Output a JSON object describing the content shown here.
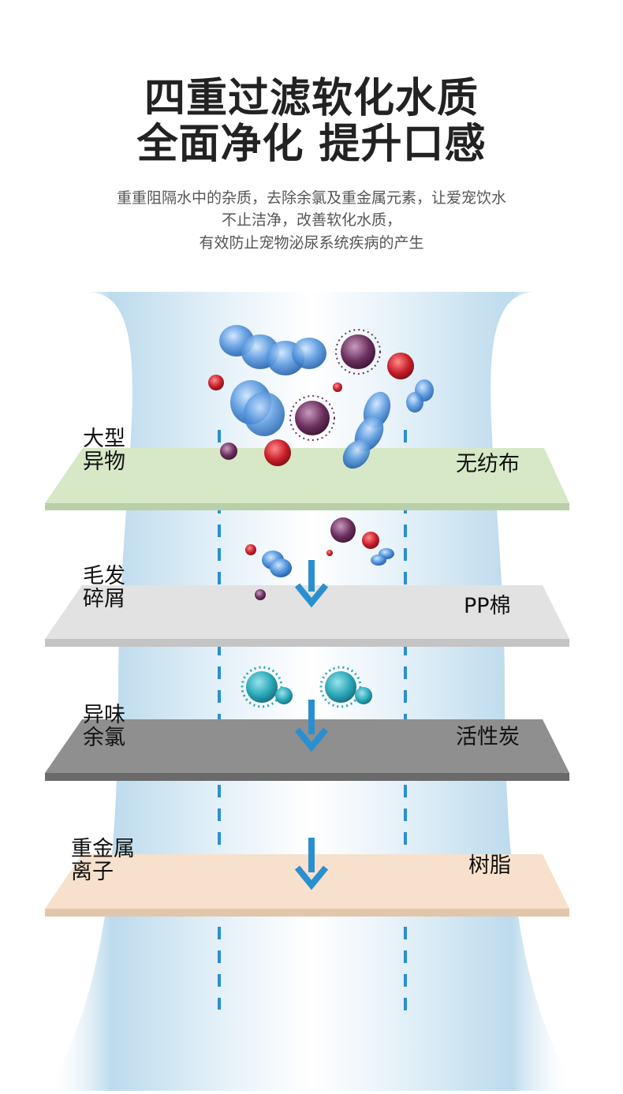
{
  "heading": {
    "line1": "四重过滤软化水质",
    "line2": "全面净化 提升口感"
  },
  "description": {
    "line1": "重重阻隔水中的杂质，去除余氯及重金属元素，让爱宠饮水",
    "line2": "不止洁净，改善软化水质，",
    "line3": "有效防止宠物泌尿系统疾病的产生"
  },
  "layers": [
    {
      "material": "无纺布",
      "target_line1": "大型",
      "target_line2": "异物",
      "color": "#d6e8c6"
    },
    {
      "material": "PP棉",
      "target_line1": "毛发",
      "target_line2": "碎屑",
      "color": "#e2e2e2"
    },
    {
      "material": "活性炭",
      "target_line1": "异味",
      "target_line2": "余氯",
      "color": "#8f8f8f"
    },
    {
      "material": "树脂",
      "target_line1": "重金属",
      "target_line2": "离子",
      "color": "#f7e1cc"
    }
  ],
  "colors": {
    "arrow": "#2a8fd0",
    "dashed_line": "#2a8fd0",
    "bacteria": "#4a8fd8",
    "virus_purple": "#6b2f5e",
    "virus_red": "#c81e2a",
    "virus_teal": "#2aa7b8",
    "water_stream": "#cfe4f1"
  }
}
